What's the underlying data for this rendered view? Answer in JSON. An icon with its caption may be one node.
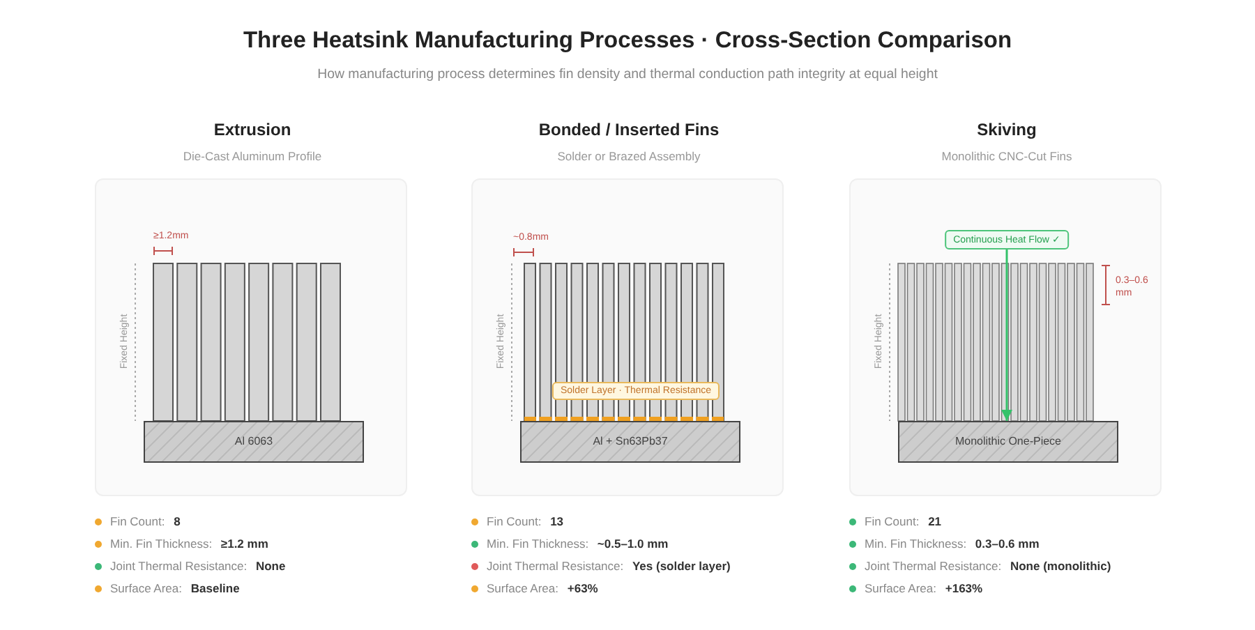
{
  "diagram": {
    "title": "Three Heatsink Manufacturing Processes · Cross-Section Comparison",
    "nodes": [
      {
        "text": [
          "Extrusion",
          "Die-Cast Aluminum Profile"
        ]
      },
      {
        "text": [
          "Al 6063"
        ],
        "in": 0
      },
      {
        "text": [
          "Bonded / Inserted Fins",
          "Solder or Brazed Assembly"
        ]
      },
      {
        "text": [
          "Solder Layer · Thermal Resistance"
        ],
        "in": 2
      },
      {
        "text": [
          "Al + Sn63Pb37"
        ],
        "in": 2
      },
      {
        "text": [
          "Skiving",
          "Monolithic CNC-Cut Fins"
        ]
      },
      {
        "text": [
          "Continuous Heat Flow ✓"
        ],
        "in": 5
      },
      {
        "text": [
          "Monolithic One-Piece"
        ],
        "in": 5
      }
    ],
    "edges": [
      {
        "from": 6,
        "to": 7,
        "arrow": "to",
        "color": "#34c26a"
      }
    ],
    "labels": [
      "How manufacturing process determines fin density and thermal conduction path integrity at equal height",
      "≥1.2mm",
      "Fixed Height",
      "Fin Count: **8**",
      "Min. Fin Thickness: **≥1.2 mm**",
      "Joint Thermal Resistance: **None**",
      "Surface Area: **Baseline**",
      "~0.8mm",
      "Fixed Height",
      "Fin Count: **13**",
      "Min. Fin Thickness: **~0.5–1.0 mm**",
      "Joint Thermal Resistance: **Yes (solder layer)**",
      "Surface Area: **+63%**",
      "0.3–0.6 mm",
      "Fixed Height",
      "Fin Count: **21**",
      "Min. Fin Thickness: **0.3–0.6 mm**",
      "Joint Thermal Resistance: **None (monolithic)**",
      "Surface Area: **+163%**"
    ]
  }
}
